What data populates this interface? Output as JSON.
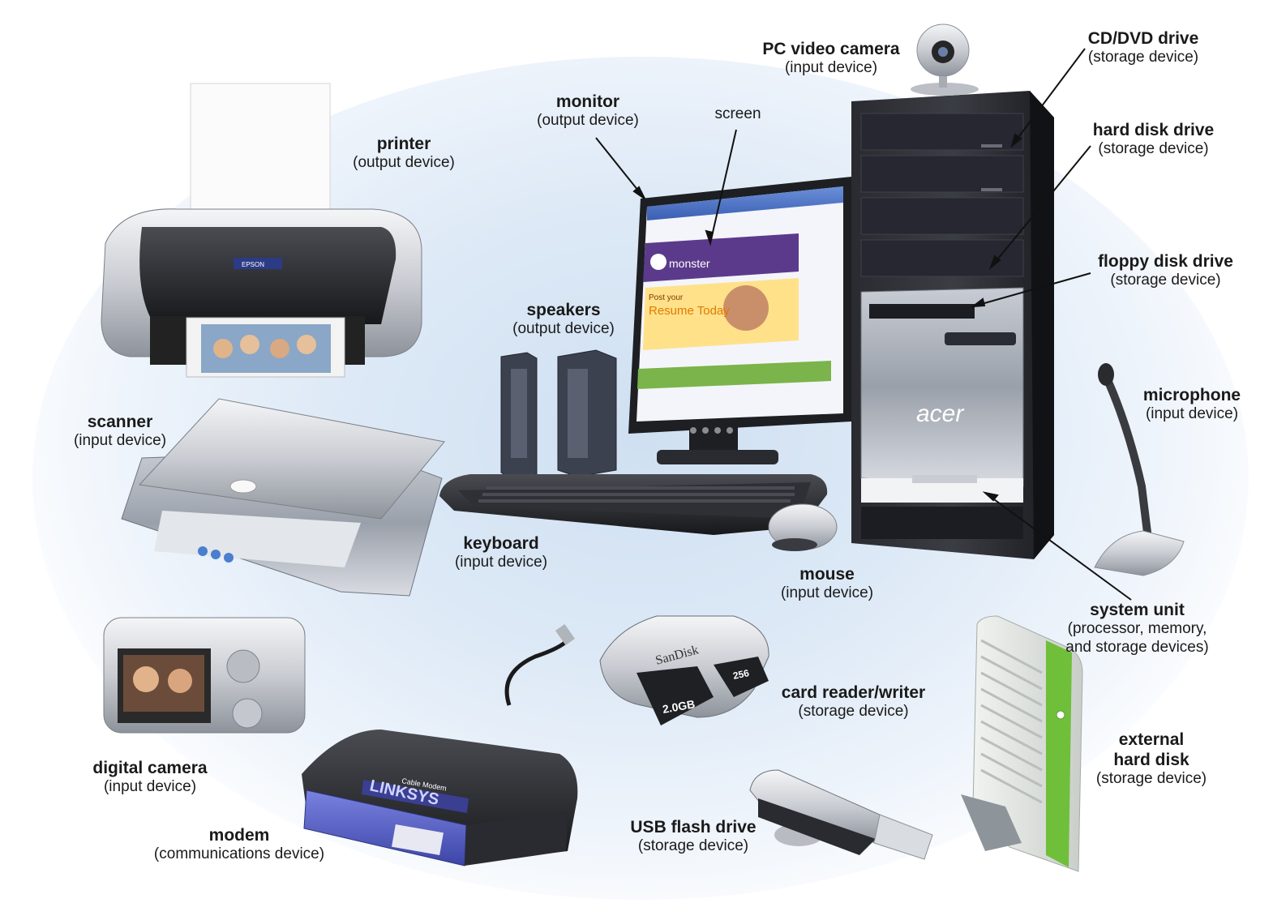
{
  "labels": {
    "printer": {
      "name": "printer",
      "kind": "(output device)"
    },
    "monitor": {
      "name": "monitor",
      "kind": "(output device)"
    },
    "screen": {
      "name": "screen"
    },
    "pc_camera": {
      "name": "PC video camera",
      "kind": "(input device)"
    },
    "cd_dvd": {
      "name": "CD/DVD drive",
      "kind": "(storage device)"
    },
    "hard_disk": {
      "name": "hard disk drive",
      "kind": "(storage device)"
    },
    "floppy": {
      "name": "floppy disk drive",
      "kind": "(storage device)"
    },
    "speakers": {
      "name": "speakers",
      "kind": "(output device)"
    },
    "scanner": {
      "name": "scanner",
      "kind": "(input device)"
    },
    "microphone": {
      "name": "microphone",
      "kind": "(input device)"
    },
    "keyboard": {
      "name": "keyboard",
      "kind": "(input device)"
    },
    "mouse": {
      "name": "mouse",
      "kind": "(input device)"
    },
    "system_unit": {
      "name": "system unit",
      "kind1": "(processor, memory,",
      "kind2": "and storage devices)"
    },
    "card_reader": {
      "name": "card reader/writer",
      "kind": "(storage device)"
    },
    "digital_camera": {
      "name": "digital camera",
      "kind": "(input device)"
    },
    "external_hd": {
      "name1": "external",
      "name2": "hard disk",
      "kind": "(storage device)"
    },
    "modem": {
      "name": "modem",
      "kind": "(communications device)"
    },
    "usb": {
      "name": "USB flash drive",
      "kind": "(storage device)"
    }
  },
  "device_text": {
    "acer_logo": "acer",
    "monster_logo": "monster",
    "resume_banner": "Resume Today",
    "post_your": "Post your",
    "sandisk": "SanDisk",
    "card_2gb": "2.0GB",
    "card_256": "256",
    "linksys": "LINKSYS",
    "cable_modem": "Cable Modem",
    "epson": "EPSON"
  },
  "colors": {
    "background_glow": "#d6e5f4",
    "label_text": "#1a1a1a",
    "linksys_blue": "#5a63c9",
    "monster_purple": "#5b3a8c",
    "tower_black": "#1f1f22"
  }
}
